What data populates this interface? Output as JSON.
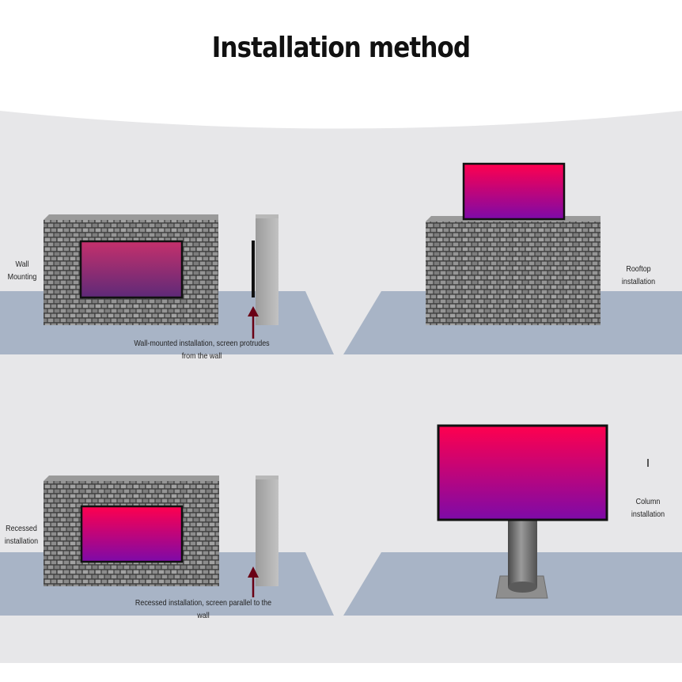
{
  "title": "Installation method",
  "colors": {
    "background": "#e7e7e9",
    "floor": "#a8b4c6",
    "screen_top": "#ff004e",
    "screen_bottom": "#7d0aa8",
    "arrow": "#6a0014",
    "pole": "#6e6e6e"
  },
  "methods": {
    "wall_mounting": {
      "label_line1": "Wall",
      "label_line2": "Mounting",
      "caption_line1": "Wall-mounted installation, screen protrudes",
      "caption_line2": "from the wall"
    },
    "rooftop": {
      "label_line1": "Rooftop",
      "label_line2": "installation"
    },
    "recessed": {
      "label_line1": "Recessed",
      "label_line2": "installation",
      "caption_line1": "Recessed installation, screen parallel to the",
      "caption_line2": "wall"
    },
    "column": {
      "label_line1": "Column",
      "label_line2": "installation"
    }
  }
}
